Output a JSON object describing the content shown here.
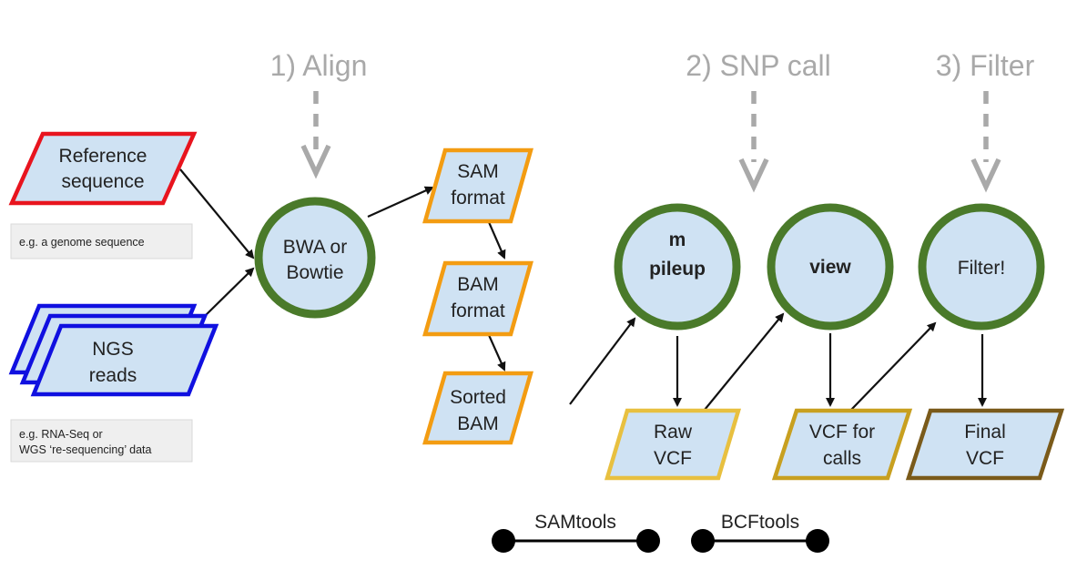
{
  "stages": {
    "align": "1) Align",
    "snp_call": "2) SNP call",
    "filter": "3) Filter"
  },
  "nodes": {
    "reference": [
      "Reference",
      "sequence"
    ],
    "ngs_reads": [
      "NGS",
      "reads"
    ],
    "bwa": [
      "BWA or",
      "Bowtie"
    ],
    "sam": [
      "SAM",
      "format"
    ],
    "bam": [
      "BAM",
      "format"
    ],
    "sorted_bam": [
      "Sorted",
      "BAM"
    ],
    "mpileup": [
      "m",
      "pileup"
    ],
    "view": [
      "view"
    ],
    "filter": [
      "Filter!"
    ],
    "raw_vcf": [
      "Raw",
      "VCF"
    ],
    "vcf_calls": [
      "VCF for",
      "calls"
    ],
    "final_vcf": [
      "Final",
      "VCF"
    ]
  },
  "notes": {
    "reference_example": "e.g. a genome sequence",
    "reads_example": [
      "e.g. RNA-Seq or",
      "WGS ‘re-sequencing’ data"
    ]
  },
  "legend": {
    "samtools": "SAMtools",
    "bcftools": "BCFtools"
  },
  "colors": {
    "fill": "#cfe2f3",
    "reference_border": "#e8141e",
    "reads_border": "#1010e0",
    "sam_bam_border": "#f39c12",
    "raw_vcf_border": "#e8c040",
    "vcf_calls_border": "#c8a020",
    "final_vcf_border": "#7a5a1a",
    "tool_circle_border": "#4a7a2a",
    "stage_label": "#a9a9a9"
  }
}
